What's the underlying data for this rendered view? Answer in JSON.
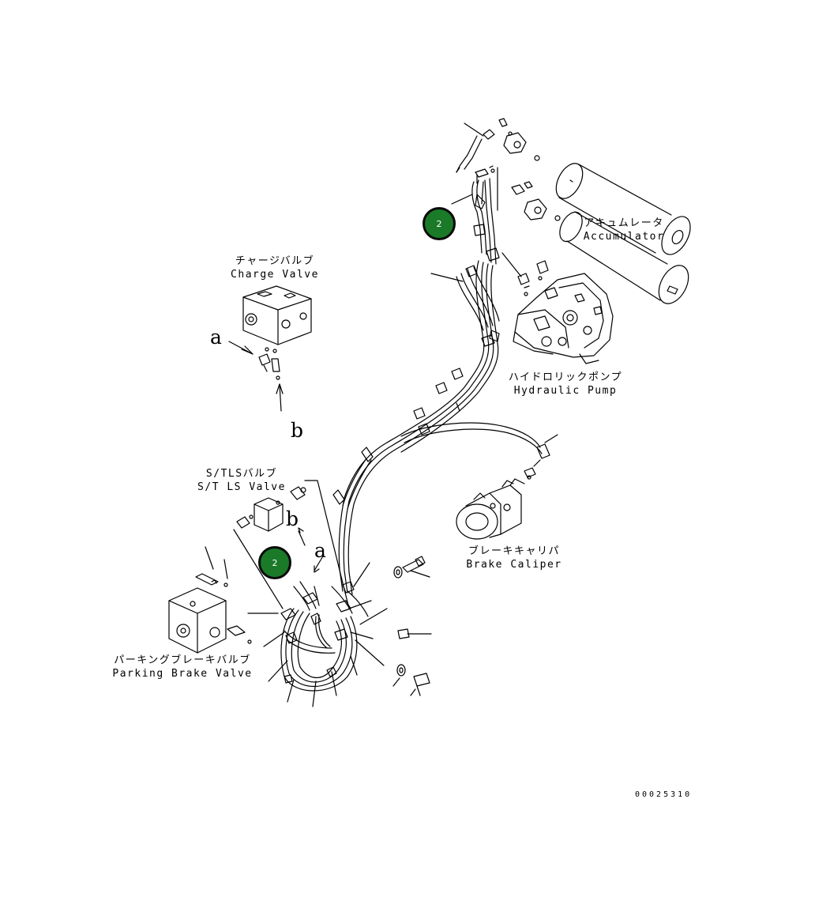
{
  "labels": {
    "accumulator_jp": "アキュムレータ",
    "accumulator_en": "Accumulator",
    "charge_valve_jp": "チャージバルブ",
    "charge_valve_en": "Charge Valve",
    "hydraulic_pump_jp": "ハイドロリックポンプ",
    "hydraulic_pump_en": "Hydraulic Pump",
    "stls_valve_jp": "S/TLSバルブ",
    "stls_valve_en": "S/T LS Valve",
    "brake_caliper_jp": "ブレーキキャリパ",
    "brake_caliper_en": "Brake Caliper",
    "parking_brake_jp": "パーキングブレーキバルブ",
    "parking_brake_en": "Parking Brake Valve"
  },
  "view_markers": {
    "a1": "a",
    "b1": "b",
    "a2": "a",
    "b2": "b"
  },
  "callouts": {
    "upper": "2",
    "lower": "2"
  },
  "colors": {
    "callout_fill": "#1a7a28",
    "callout_border": "#0a0a0a",
    "line": "#000000"
  },
  "document_number": "00025310"
}
